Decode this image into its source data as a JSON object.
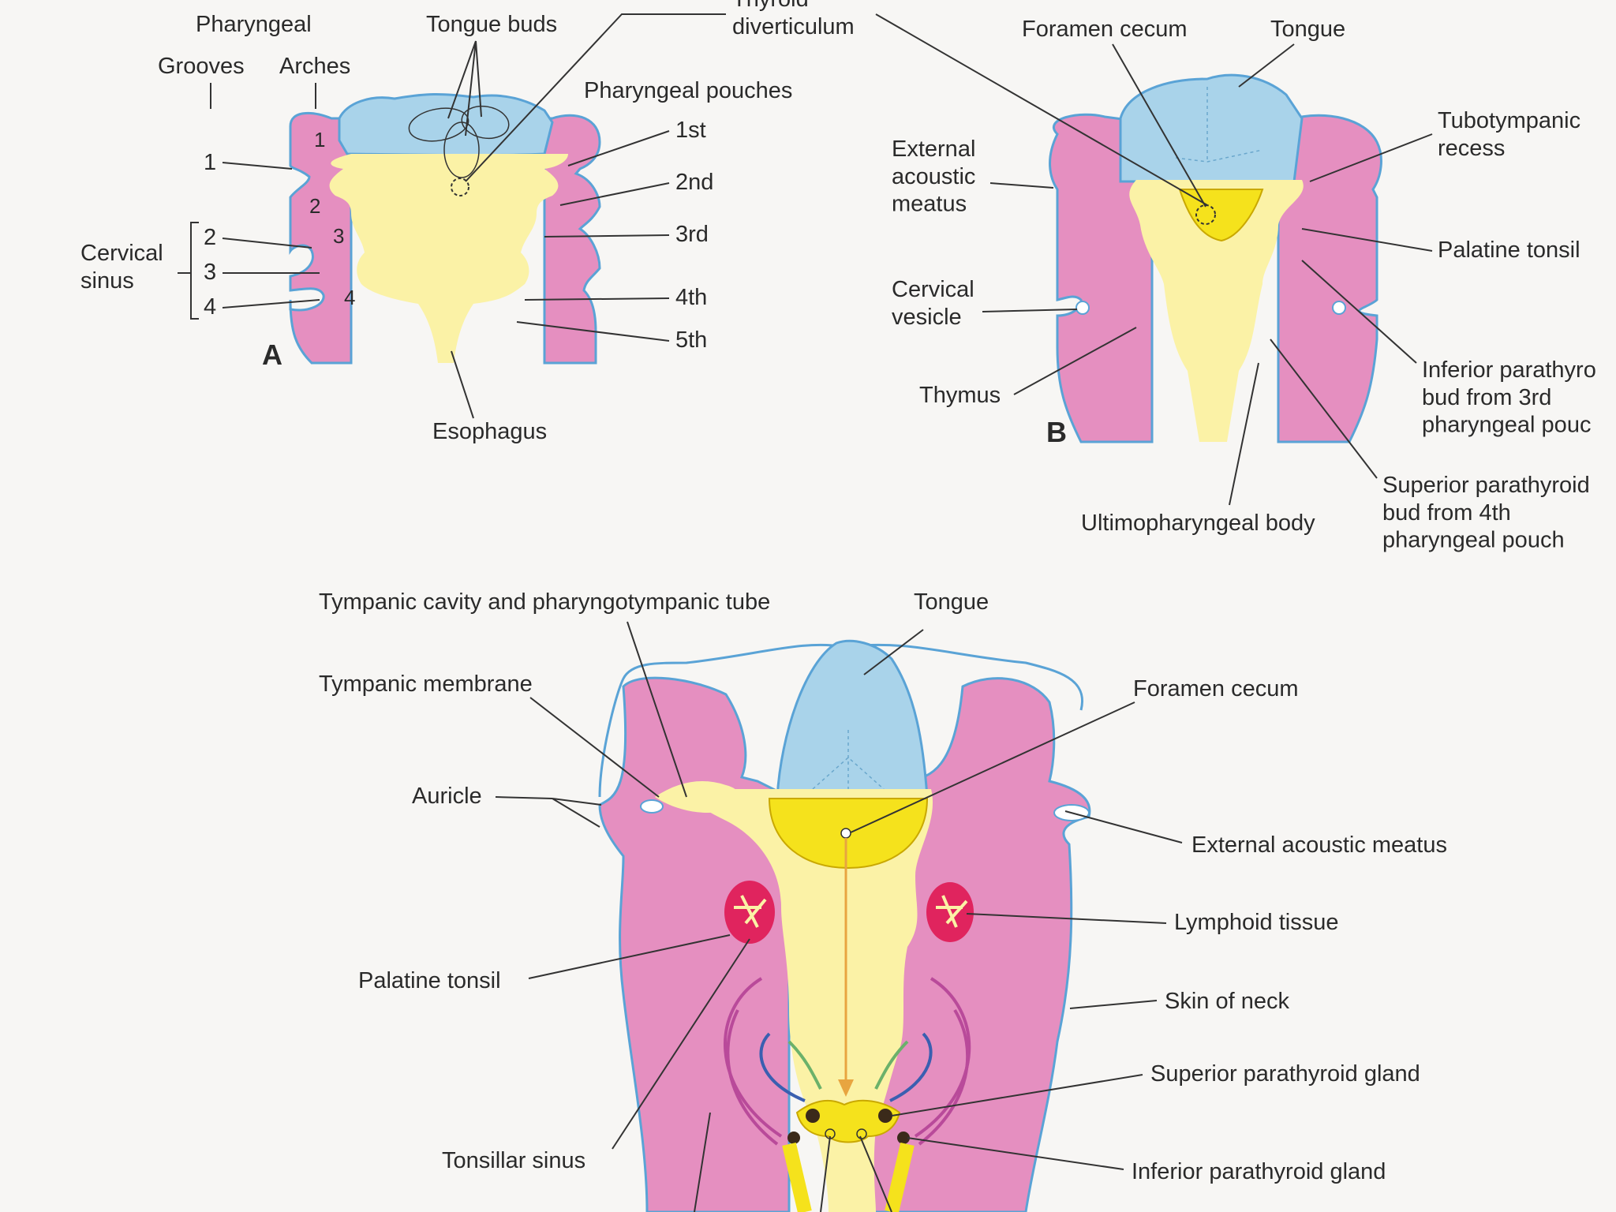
{
  "panels": {
    "a": {
      "letter": "A",
      "header_pharyngeal": "Pharyngeal",
      "header_grooves": "Grooves",
      "header_arches": "Arches",
      "tongue_buds": "Tongue buds",
      "thyroid_diverticulum": "Thyroid\ndiverticulum",
      "pharyngeal_pouches": "Pharyngeal pouches",
      "pouches": [
        "1st",
        "2nd",
        "3rd",
        "4th",
        "5th"
      ],
      "cervical_sinus": "Cervical\nsinus",
      "groove_numbers": [
        "1",
        "2",
        "3",
        "4"
      ],
      "arch_numbers": [
        "1",
        "2",
        "3",
        "4"
      ],
      "esophagus": "Esophagus"
    },
    "b": {
      "letter": "B",
      "foramen_cecum": "Foramen cecum",
      "tongue": "Tongue",
      "tubotympanic_recess": "Tubotympanic\nrecess",
      "external_acoustic_meatus": "External\nacoustic\nmeatus",
      "palatine_tonsil": "Palatine tonsil",
      "cervical_vesicle": "Cervical\nvesicle",
      "thymus": "Thymus",
      "inferior_parathyroid_bud": "Inferior parathyro\nbud from 3rd\npharyngeal pouc",
      "superior_parathyroid_bud": "Superior parathyroid\nbud from 4th\npharyngeal pouch",
      "ultimopharyngeal_body": "Ultimopharyngeal body"
    },
    "c": {
      "tympanic_cavity": "Tympanic cavity and pharyngotympanic tube",
      "tongue": "Tongue",
      "tympanic_membrane": "Tympanic membrane",
      "foramen_cecum": "Foramen cecum",
      "auricle": "Auricle",
      "external_acoustic_meatus": "External acoustic meatus",
      "lymphoid_tissue": "Lymphoid tissue",
      "palatine_tonsil": "Palatine tonsil",
      "skin_of_neck": "Skin of neck",
      "superior_parathyroid_gland": "Superior parathyroid gland",
      "tonsillar_sinus": "Tonsillar sinus",
      "inferior_parathyroid_gland": "Inferior parathyroid gland"
    }
  },
  "colors": {
    "arch_pink": "#e58fc0",
    "endoderm_yellow": "#fbf2a6",
    "thyroid_yellow": "#f5e21c",
    "tongue_blue": "#a9d3ea",
    "outline_blue": "#5aa3d6",
    "tonsil_red": "#e0245e"
  }
}
